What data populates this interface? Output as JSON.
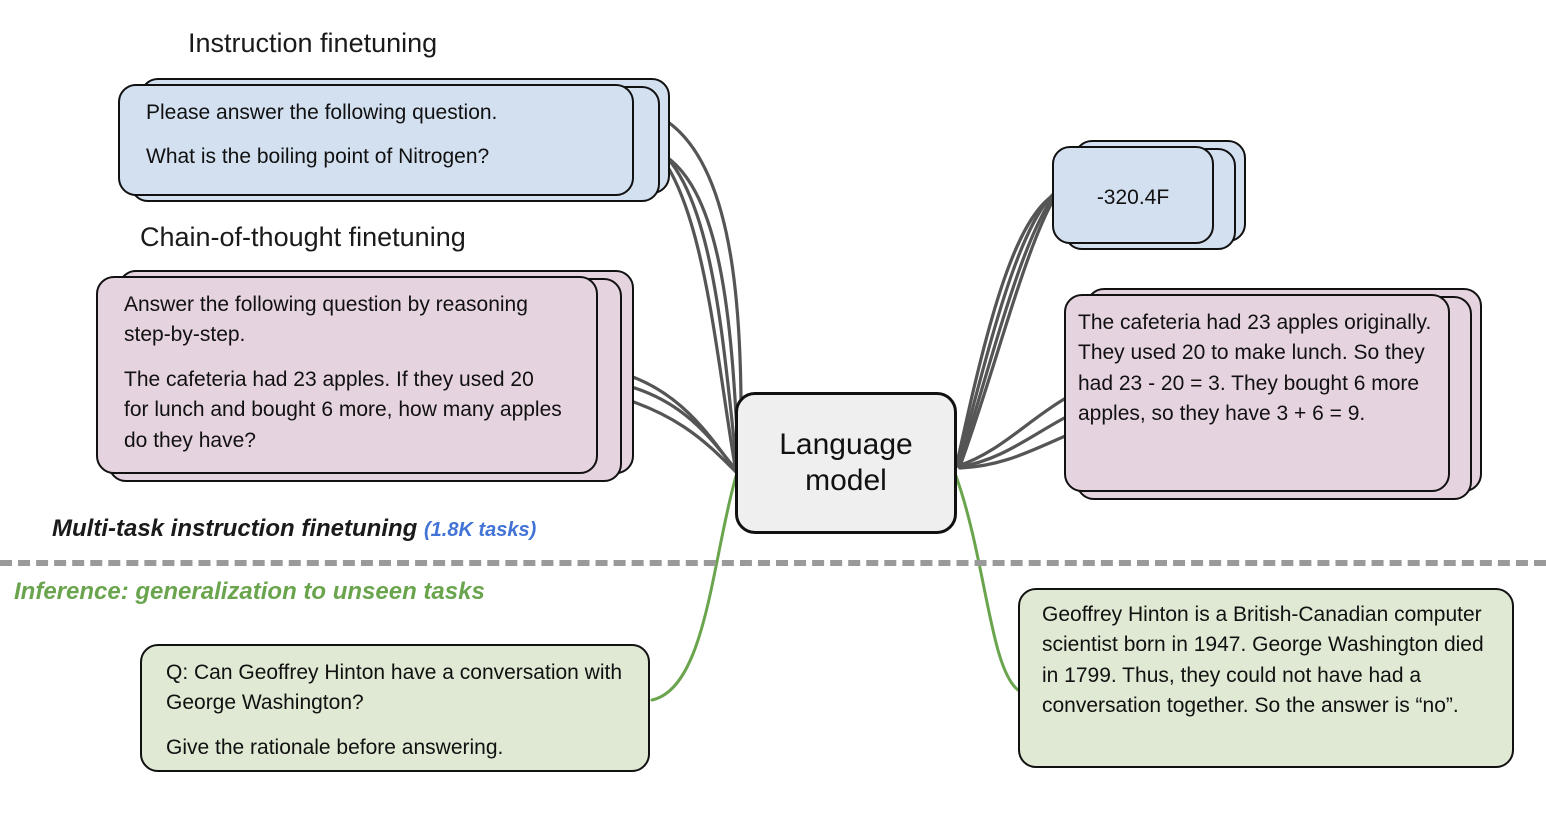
{
  "diagram": {
    "title": "Instruction finetuning and inference flow",
    "colors": {
      "blue_fill": "#d3e0f0",
      "pink_fill": "#e6d3e0",
      "green_fill": "#dfe9d3",
      "model_fill": "#efefef",
      "outline": "#111111",
      "wire_dark": "#555555",
      "wire_green": "#6aa54e",
      "accent_blue": "#4273d6",
      "accent_green": "#6aa54e",
      "divider_gray": "#9a9a9a"
    }
  },
  "headings": {
    "instruction_finetuning": "Instruction finetuning",
    "chain_of_thought": "Chain-of-thought finetuning"
  },
  "band_labels": {
    "multitask_main": "Multi-task instruction finetuning",
    "multitask_accent": "(1.8K tasks)",
    "inference": "Inference: generalization to unseen tasks"
  },
  "model": {
    "line1": "Language",
    "line2": "model"
  },
  "inputs": {
    "instruction": {
      "stack_count": 3,
      "paragraphs": [
        "Please answer the following question.",
        "What is the boiling point of Nitrogen?"
      ]
    },
    "chain_of_thought": {
      "stack_count": 3,
      "paragraphs": [
        "Answer the following question by reasoning step-by-step.",
        "The cafeteria had 23 apples. If they used 20 for lunch and bought 6 more, how many apples do they have?"
      ]
    },
    "inference_query": {
      "stack_count": 1,
      "paragraphs": [
        "Q: Can Geoffrey Hinton have a conversation with George Washington?",
        "Give the rationale before answering."
      ]
    }
  },
  "outputs": {
    "instruction_answer": {
      "stack_count": 3,
      "paragraphs": [
        "-320.4F"
      ]
    },
    "chain_of_thought_answer": {
      "stack_count": 3,
      "paragraphs": [
        "The cafeteria had 23 apples originally. They used 20 to make lunch. So they had 23 - 20 = 3. They bought 6 more apples, so they have 3 + 6 = 9."
      ]
    },
    "inference_answer": {
      "stack_count": 1,
      "paragraphs": [
        "Geoffrey Hinton is a British-Canadian computer scientist born in 1947. George Washington died in 1799. Thus, they could not have had a conversation together. So the answer is “no”."
      ]
    }
  }
}
